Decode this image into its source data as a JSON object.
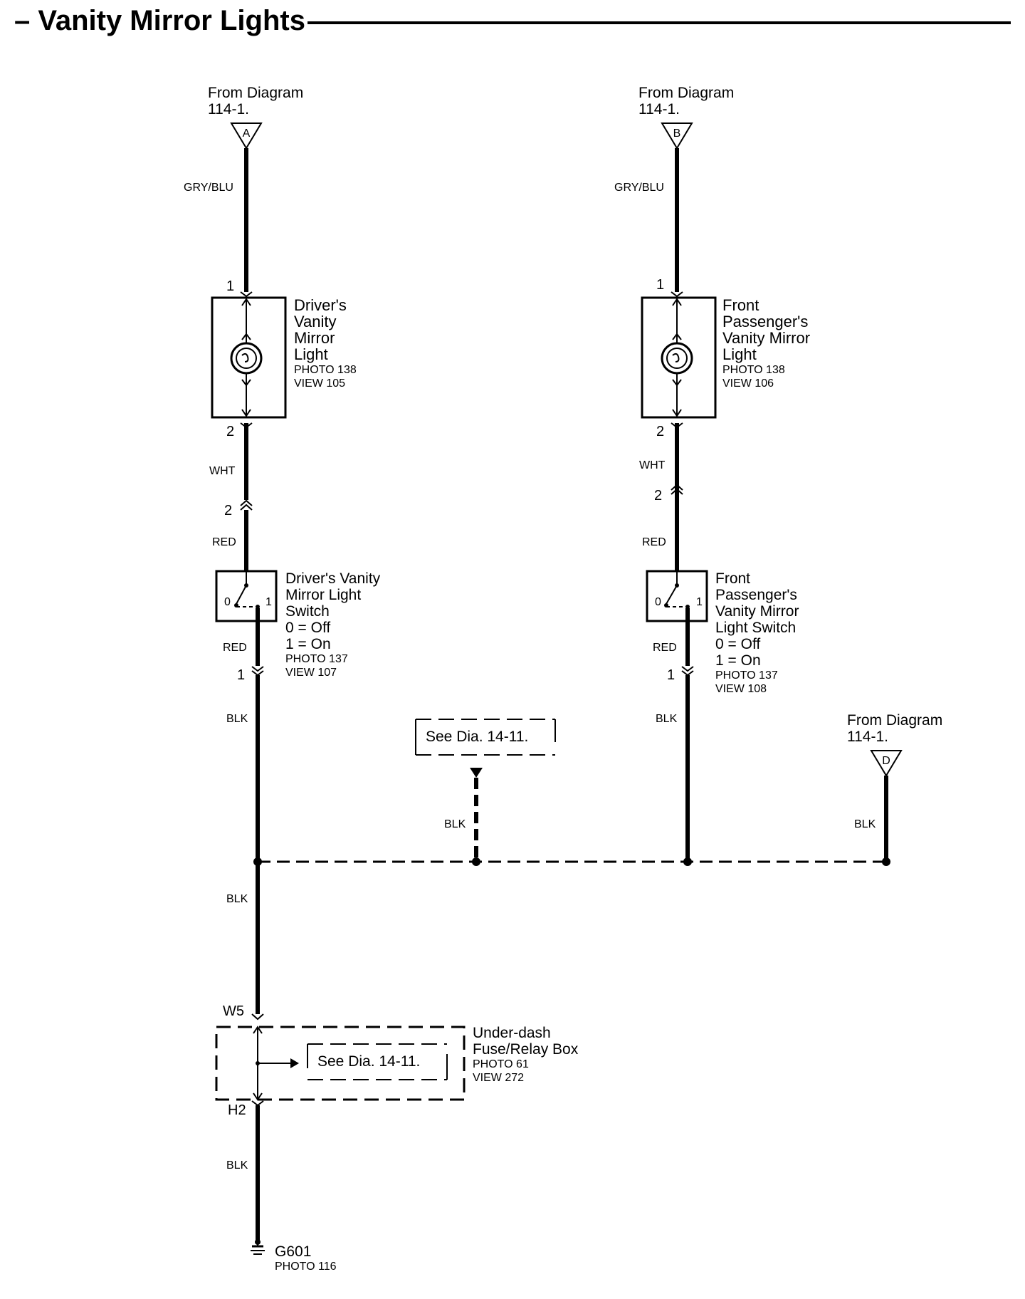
{
  "title": "– Vanity Mirror Lights",
  "from_a": {
    "line1": "From Diagram",
    "line2": "114-1.",
    "letter": "A"
  },
  "from_b": {
    "line1": "From Diagram",
    "line2": "114-1.",
    "letter": "B"
  },
  "from_d": {
    "line1": "From Diagram",
    "line2": "114-1.",
    "letter": "D"
  },
  "wires": {
    "left_top": "GRY/BLU",
    "right_top": "GRY/BLU",
    "left_wht": "WHT",
    "right_wht": "WHT",
    "left_red_in": "RED",
    "right_red_in": "RED",
    "left_red_out": "RED",
    "right_red_out": "RED",
    "left_blk": "BLK",
    "right_blk": "BLK",
    "center_blk": "BLK",
    "d_blk": "BLK",
    "main_blk": "BLK",
    "ground_blk": "BLK"
  },
  "pins": {
    "dl_1": "1",
    "dl_2": "2",
    "pl_1": "1",
    "pl_2": "2",
    "ds_2": "2",
    "ds_1": "1",
    "ps_2": "2",
    "ps_1": "1",
    "w5": "W5",
    "h2": "H2"
  },
  "driver_light": {
    "lines": [
      "Driver's",
      "Vanity",
      "Mirror",
      "Light"
    ],
    "photo": "PHOTO 138",
    "view": "VIEW 105"
  },
  "passenger_light": {
    "lines": [
      "Front",
      "Passenger's",
      "Vanity Mirror",
      "Light"
    ],
    "photo": "PHOTO 138",
    "view": "VIEW 106"
  },
  "driver_switch": {
    "lines": [
      "Driver's Vanity",
      "Mirror Light",
      "Switch",
      "0 = Off",
      "1 = On"
    ],
    "photo": "PHOTO 137",
    "view": "VIEW 107",
    "pos0": "0",
    "pos1": "1"
  },
  "passenger_switch": {
    "lines": [
      "Front",
      "Passenger's",
      "Vanity Mirror",
      "Light Switch",
      "0 = Off",
      "1 = On"
    ],
    "photo": "PHOTO 137",
    "view": "VIEW 108",
    "pos0": "0",
    "pos1": "1"
  },
  "see_dia_top": "See Dia. 14-11.",
  "see_dia_box": "See Dia. 14-11.",
  "fuse_box": {
    "lines": [
      "Under-dash",
      "Fuse/Relay Box"
    ],
    "photo": "PHOTO 61",
    "view": "VIEW 272"
  },
  "ground": {
    "name": "G601",
    "photo": "PHOTO 116"
  }
}
